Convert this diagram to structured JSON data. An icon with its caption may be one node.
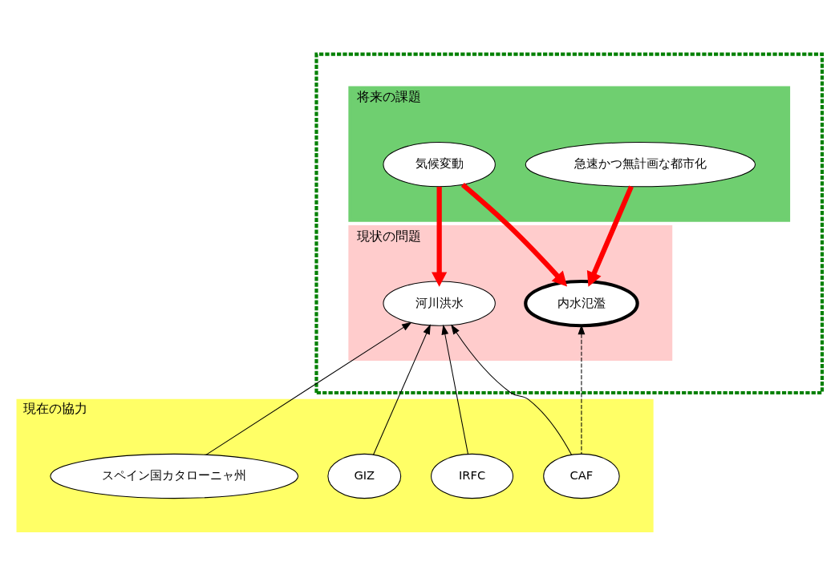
{
  "diagram": {
    "nodes": [
      {
        "text": [],
        "shape": "box"
      },
      {
        "text": [
          "将来の課題"
        ],
        "in": 0
      },
      {
        "text": [
          "気候変動"
        ],
        "in": 1
      },
      {
        "text": [
          "急速かつ無計画な都市化"
        ],
        "in": 1
      },
      {
        "text": [
          "現状の問題"
        ],
        "in": 0
      },
      {
        "text": [
          "河川洪水"
        ],
        "in": 4
      },
      {
        "text": [
          "内水氾濫"
        ],
        "in": 4
      },
      {
        "text": [
          "現在の協力"
        ]
      },
      {
        "text": [
          "スペイン国カタローニャ州"
        ],
        "in": 7
      },
      {
        "text": [
          "GIZ"
        ],
        "in": 7
      },
      {
        "text": [
          "IRFC"
        ],
        "in": 7
      },
      {
        "text": [
          "CAF"
        ],
        "in": 7
      }
    ],
    "edges": [
      {
        "from": 2,
        "to": 5,
        "arrow": "to",
        "style": "thick",
        "color": "#ff0000"
      },
      {
        "from": 2,
        "to": 6,
        "arrow": "to",
        "style": "thick",
        "color": "#ff0000"
      },
      {
        "from": 3,
        "to": 6,
        "arrow": "to",
        "style": "thick",
        "color": "#ff0000"
      },
      {
        "from": 8,
        "to": 5,
        "arrow": "to"
      },
      {
        "from": 9,
        "to": 5,
        "arrow": "to"
      },
      {
        "from": 10,
        "to": 5,
        "arrow": "to"
      },
      {
        "from": 11,
        "to": 5,
        "arrow": "to"
      },
      {
        "from": 11,
        "to": 6,
        "arrow": "to",
        "style": "dashed"
      }
    ]
  }
}
